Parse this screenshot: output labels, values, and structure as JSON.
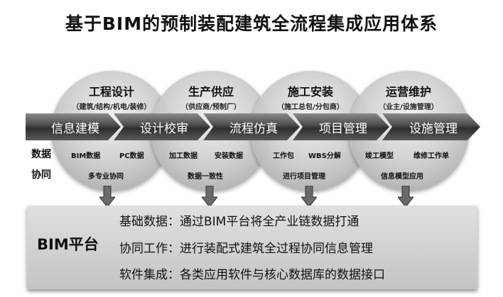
{
  "title": "基于BIM的预制装配建筑全流程集成应用体系",
  "stages": [
    {
      "title": "工程设计",
      "subtitle": "（建筑/结构/机电/装修）"
    },
    {
      "title": "生产供应",
      "subtitle": "（供应商/预制厂）"
    },
    {
      "title": "施工安装",
      "subtitle": "（施工总包/分包商）"
    },
    {
      "title": "运营维护",
      "subtitle": "（业主/设施管理）"
    }
  ],
  "chevrons": [
    "信息建模",
    "设计校审",
    "流程仿真",
    "项目管理",
    "设施管理"
  ],
  "side_label": {
    "line1": "数据",
    "line2": "协同"
  },
  "items": {
    "design": [
      "BIM数据",
      "PC数据",
      "多专业协同"
    ],
    "production": [
      "加工数据",
      "安装数据",
      "数据一致性"
    ],
    "construction": [
      "工作包",
      "WBS分解",
      "进行项目管理"
    ],
    "operation": [
      "竣工模型",
      "维修工作单",
      "信息模型应用"
    ]
  },
  "platform": {
    "title": "BIM平台",
    "lines": [
      "基础数据：通过BIM平台将全产业链数据打通",
      "协同工作：进行装配式建筑全过程协同信息管理",
      "软件集成：各类应用软件与核心数据库的数据接口"
    ]
  },
  "colors": {
    "chevron_dark": "#2e2e2e",
    "platform_bg": "#d0d0d0",
    "circle_mid": "#c9c9c9"
  }
}
